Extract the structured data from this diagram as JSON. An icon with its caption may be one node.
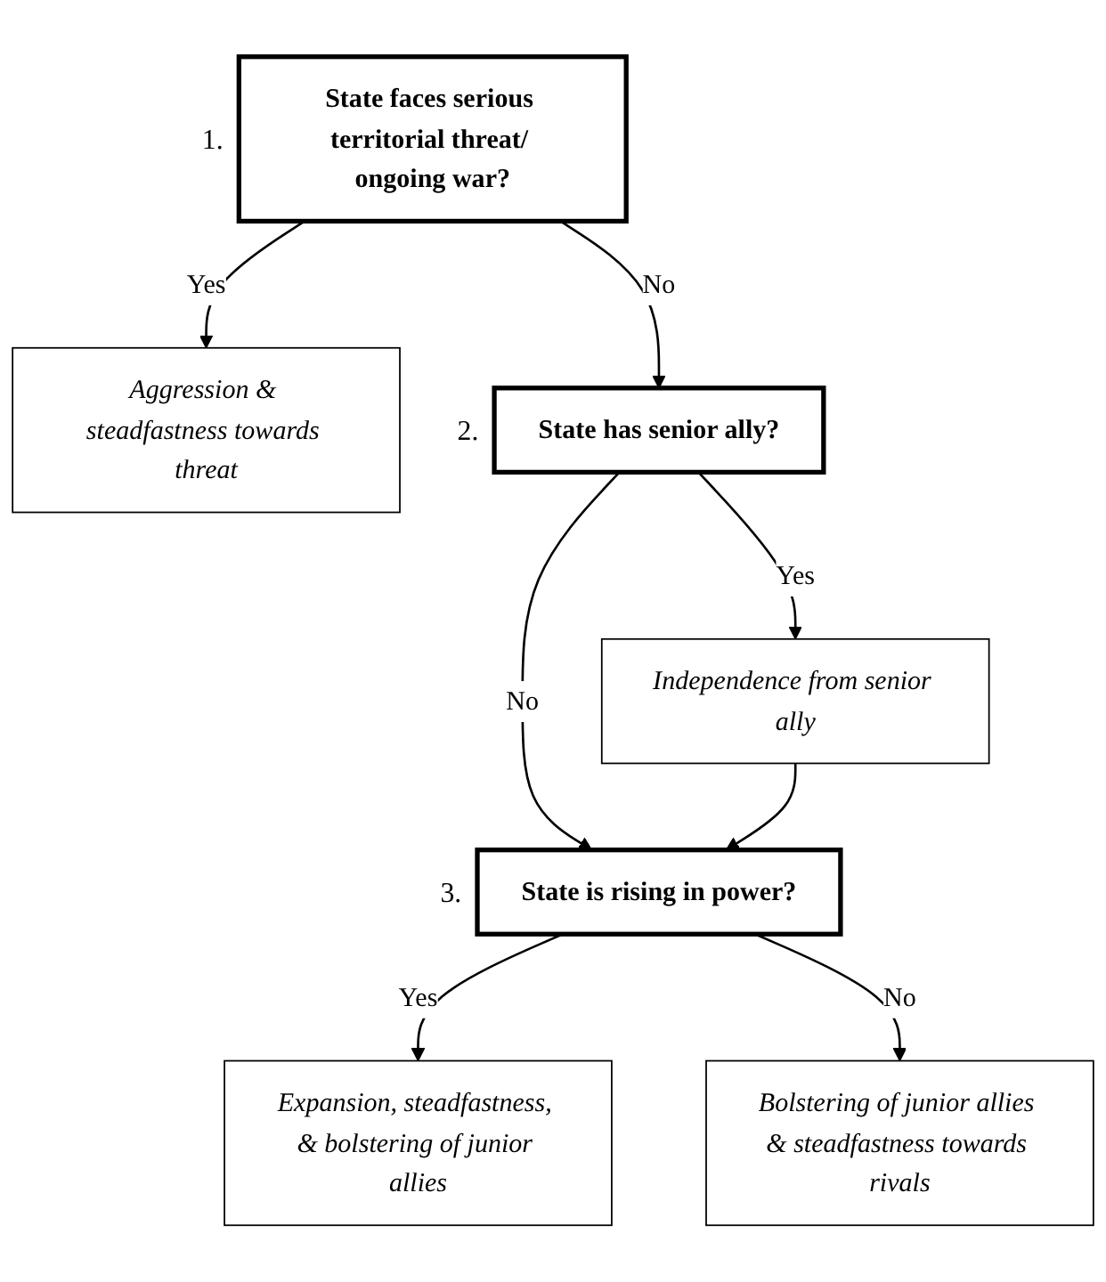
{
  "diagram": {
    "nodes": [
      {
        "text": [
          "State faces serious territorial threat/ ongoing war?"
        ],
        "beside": [
          "1."
        ]
      },
      {
        "text": [
          "Aggression & steadfastness towards threat"
        ]
      },
      {
        "text": [
          "State has senior ally?"
        ],
        "beside": [
          "2."
        ]
      },
      {
        "text": [
          "Independence from senior ally"
        ]
      },
      {
        "text": [
          "State is rising in power?"
        ],
        "beside": [
          "3."
        ]
      },
      {
        "text": [
          "Expansion, steadfastness, & bolstering of junior allies"
        ]
      },
      {
        "text": [
          "Bolstering of junior allies & steadfastness towards rivals"
        ]
      }
    ],
    "edges": [
      {
        "from": 0,
        "to": 1,
        "arrow": "to",
        "label": "Yes"
      },
      {
        "from": 0,
        "to": 2,
        "arrow": "to",
        "label": "No"
      },
      {
        "from": 2,
        "to": 3,
        "arrow": "to",
        "label": "Yes"
      },
      {
        "from": 2,
        "to": 4,
        "arrow": "to",
        "label": "No"
      },
      {
        "from": 3,
        "to": 4,
        "arrow": "to"
      },
      {
        "from": 4,
        "to": 5,
        "arrow": "to",
        "label": "Yes"
      },
      {
        "from": 4,
        "to": 6,
        "arrow": "to",
        "label": "No"
      }
    ]
  }
}
